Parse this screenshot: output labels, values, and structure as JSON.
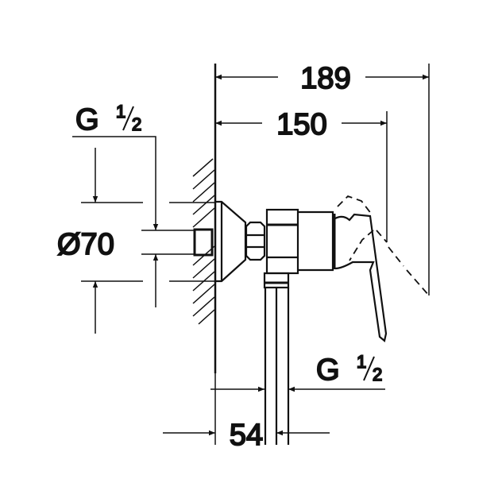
{
  "dimensions": {
    "overall_depth": "189",
    "depth_to_handle": "150",
    "rosette_diameter": "Ø70",
    "outlet_offset": "54"
  },
  "threads": {
    "inlet": {
      "letter": "G",
      "num": "1",
      "den": "2"
    },
    "outlet": {
      "letter": "G",
      "num": "1",
      "den": "2"
    }
  }
}
